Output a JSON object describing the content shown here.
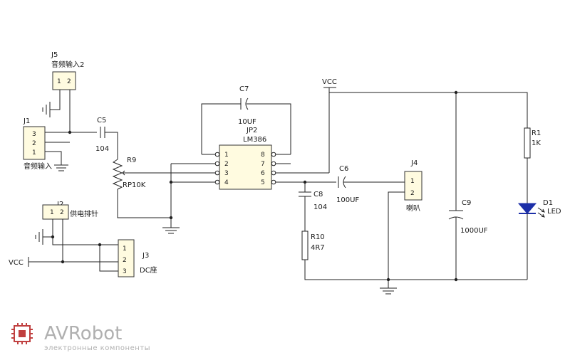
{
  "components": {
    "j5": {
      "ref": "J5",
      "name": "音频输入2",
      "pins": [
        "1",
        "2"
      ]
    },
    "j1": {
      "ref": "J1",
      "name": "音频输入",
      "pins": [
        "3",
        "2",
        "1"
      ]
    },
    "c5": {
      "ref": "C5",
      "value": "104"
    },
    "r9": {
      "ref": "R9",
      "value": "RP10K"
    },
    "c7": {
      "ref": "C7",
      "value": "10UF"
    },
    "jp2": {
      "ref": "JP2",
      "name": "LM386",
      "pins_left": [
        "1",
        "2",
        "3",
        "4"
      ],
      "pins_right": [
        "8",
        "7",
        "6",
        "5"
      ]
    },
    "vcc_top": {
      "label": "VCC"
    },
    "c8": {
      "ref": "C8",
      "value": "104"
    },
    "c6": {
      "ref": "C6",
      "value": "100UF"
    },
    "j4": {
      "ref": "J4",
      "name": "喇叭",
      "pins": [
        "1",
        "2"
      ]
    },
    "r10": {
      "ref": "R10",
      "value": "4R7"
    },
    "c9": {
      "ref": "C9",
      "value": "1000UF"
    },
    "r1": {
      "ref": "R1",
      "value": "1K"
    },
    "d1": {
      "ref": "D1",
      "value": "LED"
    },
    "j2": {
      "ref": "J2",
      "name": "供电排针",
      "pins": [
        "1",
        "2"
      ]
    },
    "j3": {
      "ref": "J3",
      "name": "DC座",
      "pins": [
        "1",
        "2",
        "3"
      ]
    },
    "vcc_left": {
      "label": "VCC"
    }
  },
  "watermark": {
    "brand": "AVRobot",
    "tagline": "электронные компоненты"
  },
  "colors": {
    "wire": "#222222",
    "component_fill": "#fffbe0",
    "watermark": "#b0b0b0"
  }
}
